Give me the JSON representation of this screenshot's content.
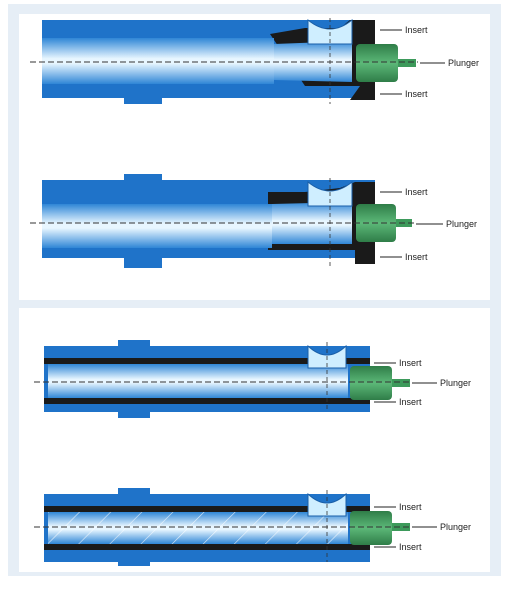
{
  "figure": {
    "caption": "",
    "panels": [
      {
        "id": "a",
        "labels": {
          "insert_top": "Insert",
          "plunger": "Plunger",
          "insert_bottom": "Insert"
        }
      },
      {
        "id": "b",
        "labels": {
          "insert_top": "Insert",
          "plunger": "Plunger",
          "insert_bottom": "Insert"
        }
      },
      {
        "id": "c",
        "labels": {
          "insert_top": "Insert",
          "plunger": "Plunger",
          "insert_bottom": "Insert"
        }
      },
      {
        "id": "d",
        "labels": {
          "insert_top": "Insert",
          "plunger": "Plunger",
          "insert_bottom": "Insert"
        }
      }
    ]
  },
  "colors": {
    "tube_outer": "#1f73c9",
    "tube_bore_light": "#e8f6ff",
    "insert": "#1a1a1a",
    "plunger": "#3d9a5b",
    "centerline": "#333333",
    "frame": "#e6eef6"
  }
}
